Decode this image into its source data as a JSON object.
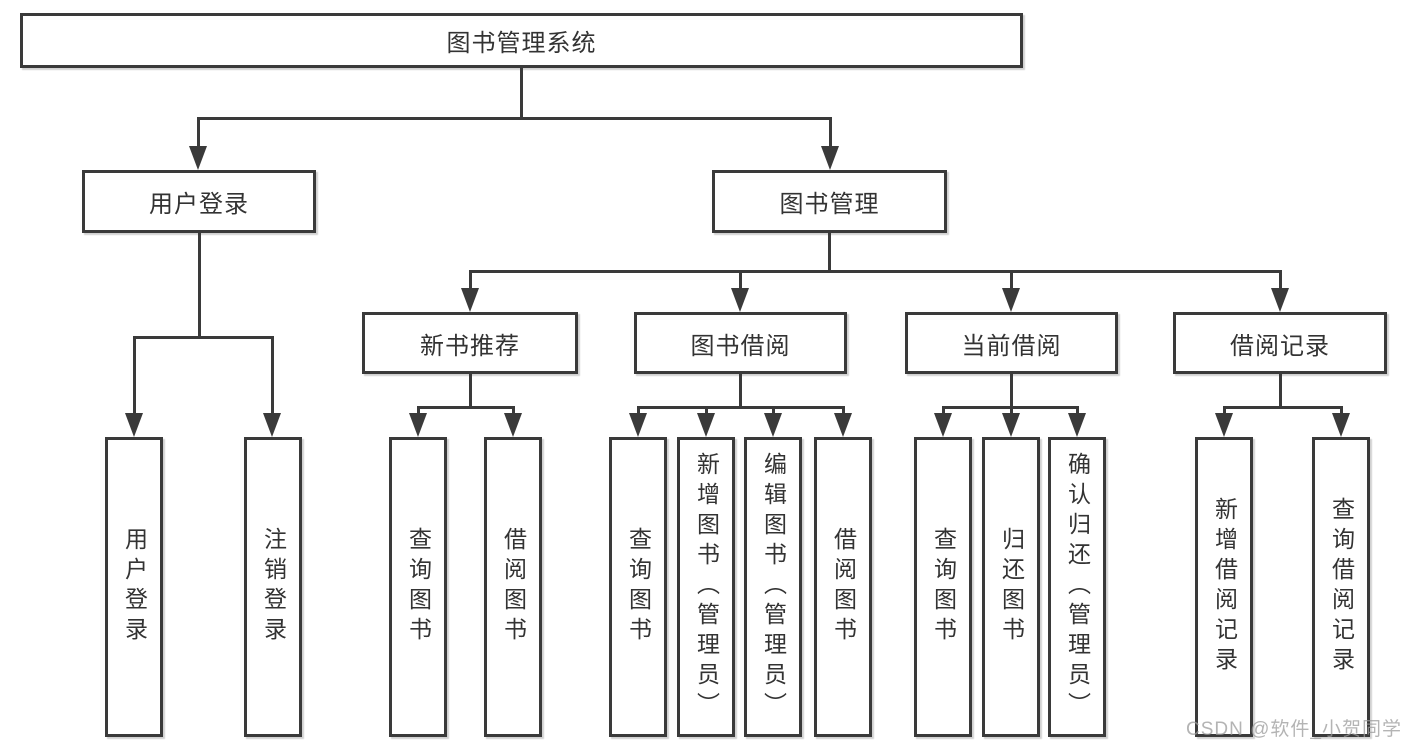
{
  "diagram": {
    "root": "图书管理系统",
    "level2": [
      "用户登录",
      "图书管理"
    ],
    "level3": [
      "新书推荐",
      "图书借阅",
      "当前借阅",
      "借阅记录"
    ],
    "leaves": {
      "user_login": [
        "用户登录",
        "注销登录"
      ],
      "new_book_recommendation": [
        "查询图书",
        "借阅图书"
      ],
      "book_borrowing": [
        "查询图书",
        "新增图书（管理员）",
        "编辑图书（管理员）",
        "借阅图书"
      ],
      "current_borrowing": [
        "查询图书",
        "归还图书",
        "确认归还（管理员）"
      ],
      "borrowing_records": [
        "新增借阅记录",
        "查询借阅记录"
      ]
    }
  },
  "watermark": "CSDN @软件_小贺同学",
  "colors": {
    "line": "#3a3a3a",
    "text": "#333333",
    "background": "#ffffff",
    "watermark": "#9b9b9b"
  }
}
